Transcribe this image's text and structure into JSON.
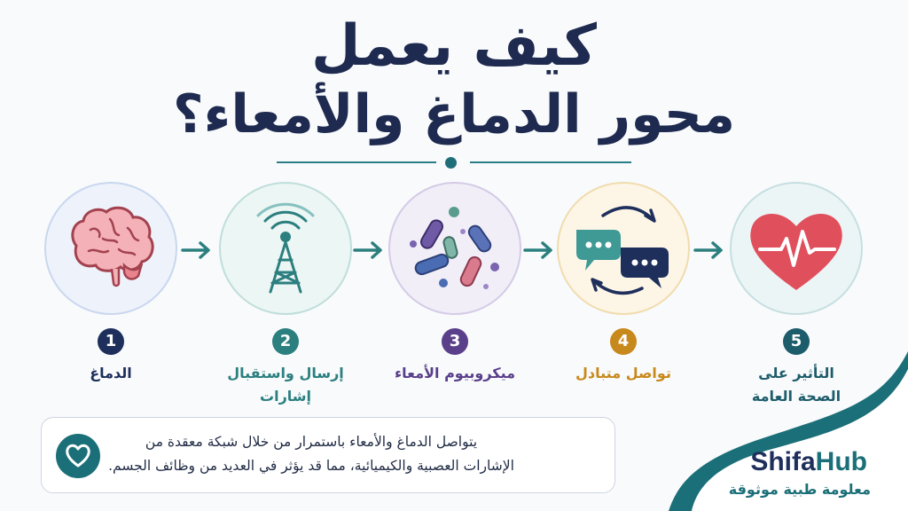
{
  "title": {
    "line1": "كيف يعمل",
    "line2": "محور الدماغ والأمعاء؟"
  },
  "steps": [
    {
      "number": "1",
      "label": "الدماغ",
      "icon": "brain-icon",
      "color": "#1e2f5c"
    },
    {
      "number": "2",
      "label": "إرسال واستقبال إشارات",
      "icon": "antenna-tower-icon",
      "color": "#2c7f7f"
    },
    {
      "number": "3",
      "label": "ميكروبيوم الأمعاء",
      "icon": "microbes-icon",
      "color": "#5a3f8a"
    },
    {
      "number": "4",
      "label": "تواصل متبادل",
      "icon": "chat-exchange-icon",
      "color": "#c8891c"
    },
    {
      "number": "5",
      "label_line1": "التأثير على",
      "label_line2": "الصحة العامة",
      "icon": "heart-pulse-icon",
      "color": "#1d5c6a"
    }
  ],
  "info": {
    "line1": "يتواصل الدماغ والأمعاء باستمرار من خلال شبكة معقدة من",
    "line2": "الإشارات العصبية والكيميائية، مما قد يؤثر في العديد من وظائف الجسم.",
    "icon": "heart-icon"
  },
  "brand": {
    "name_part1": "Shifa",
    "name_part2": "Hub",
    "tagline": "معلومة طبية موثوقة"
  },
  "colors": {
    "teal": "#1b6f78",
    "navy": "#1e2a4f"
  }
}
